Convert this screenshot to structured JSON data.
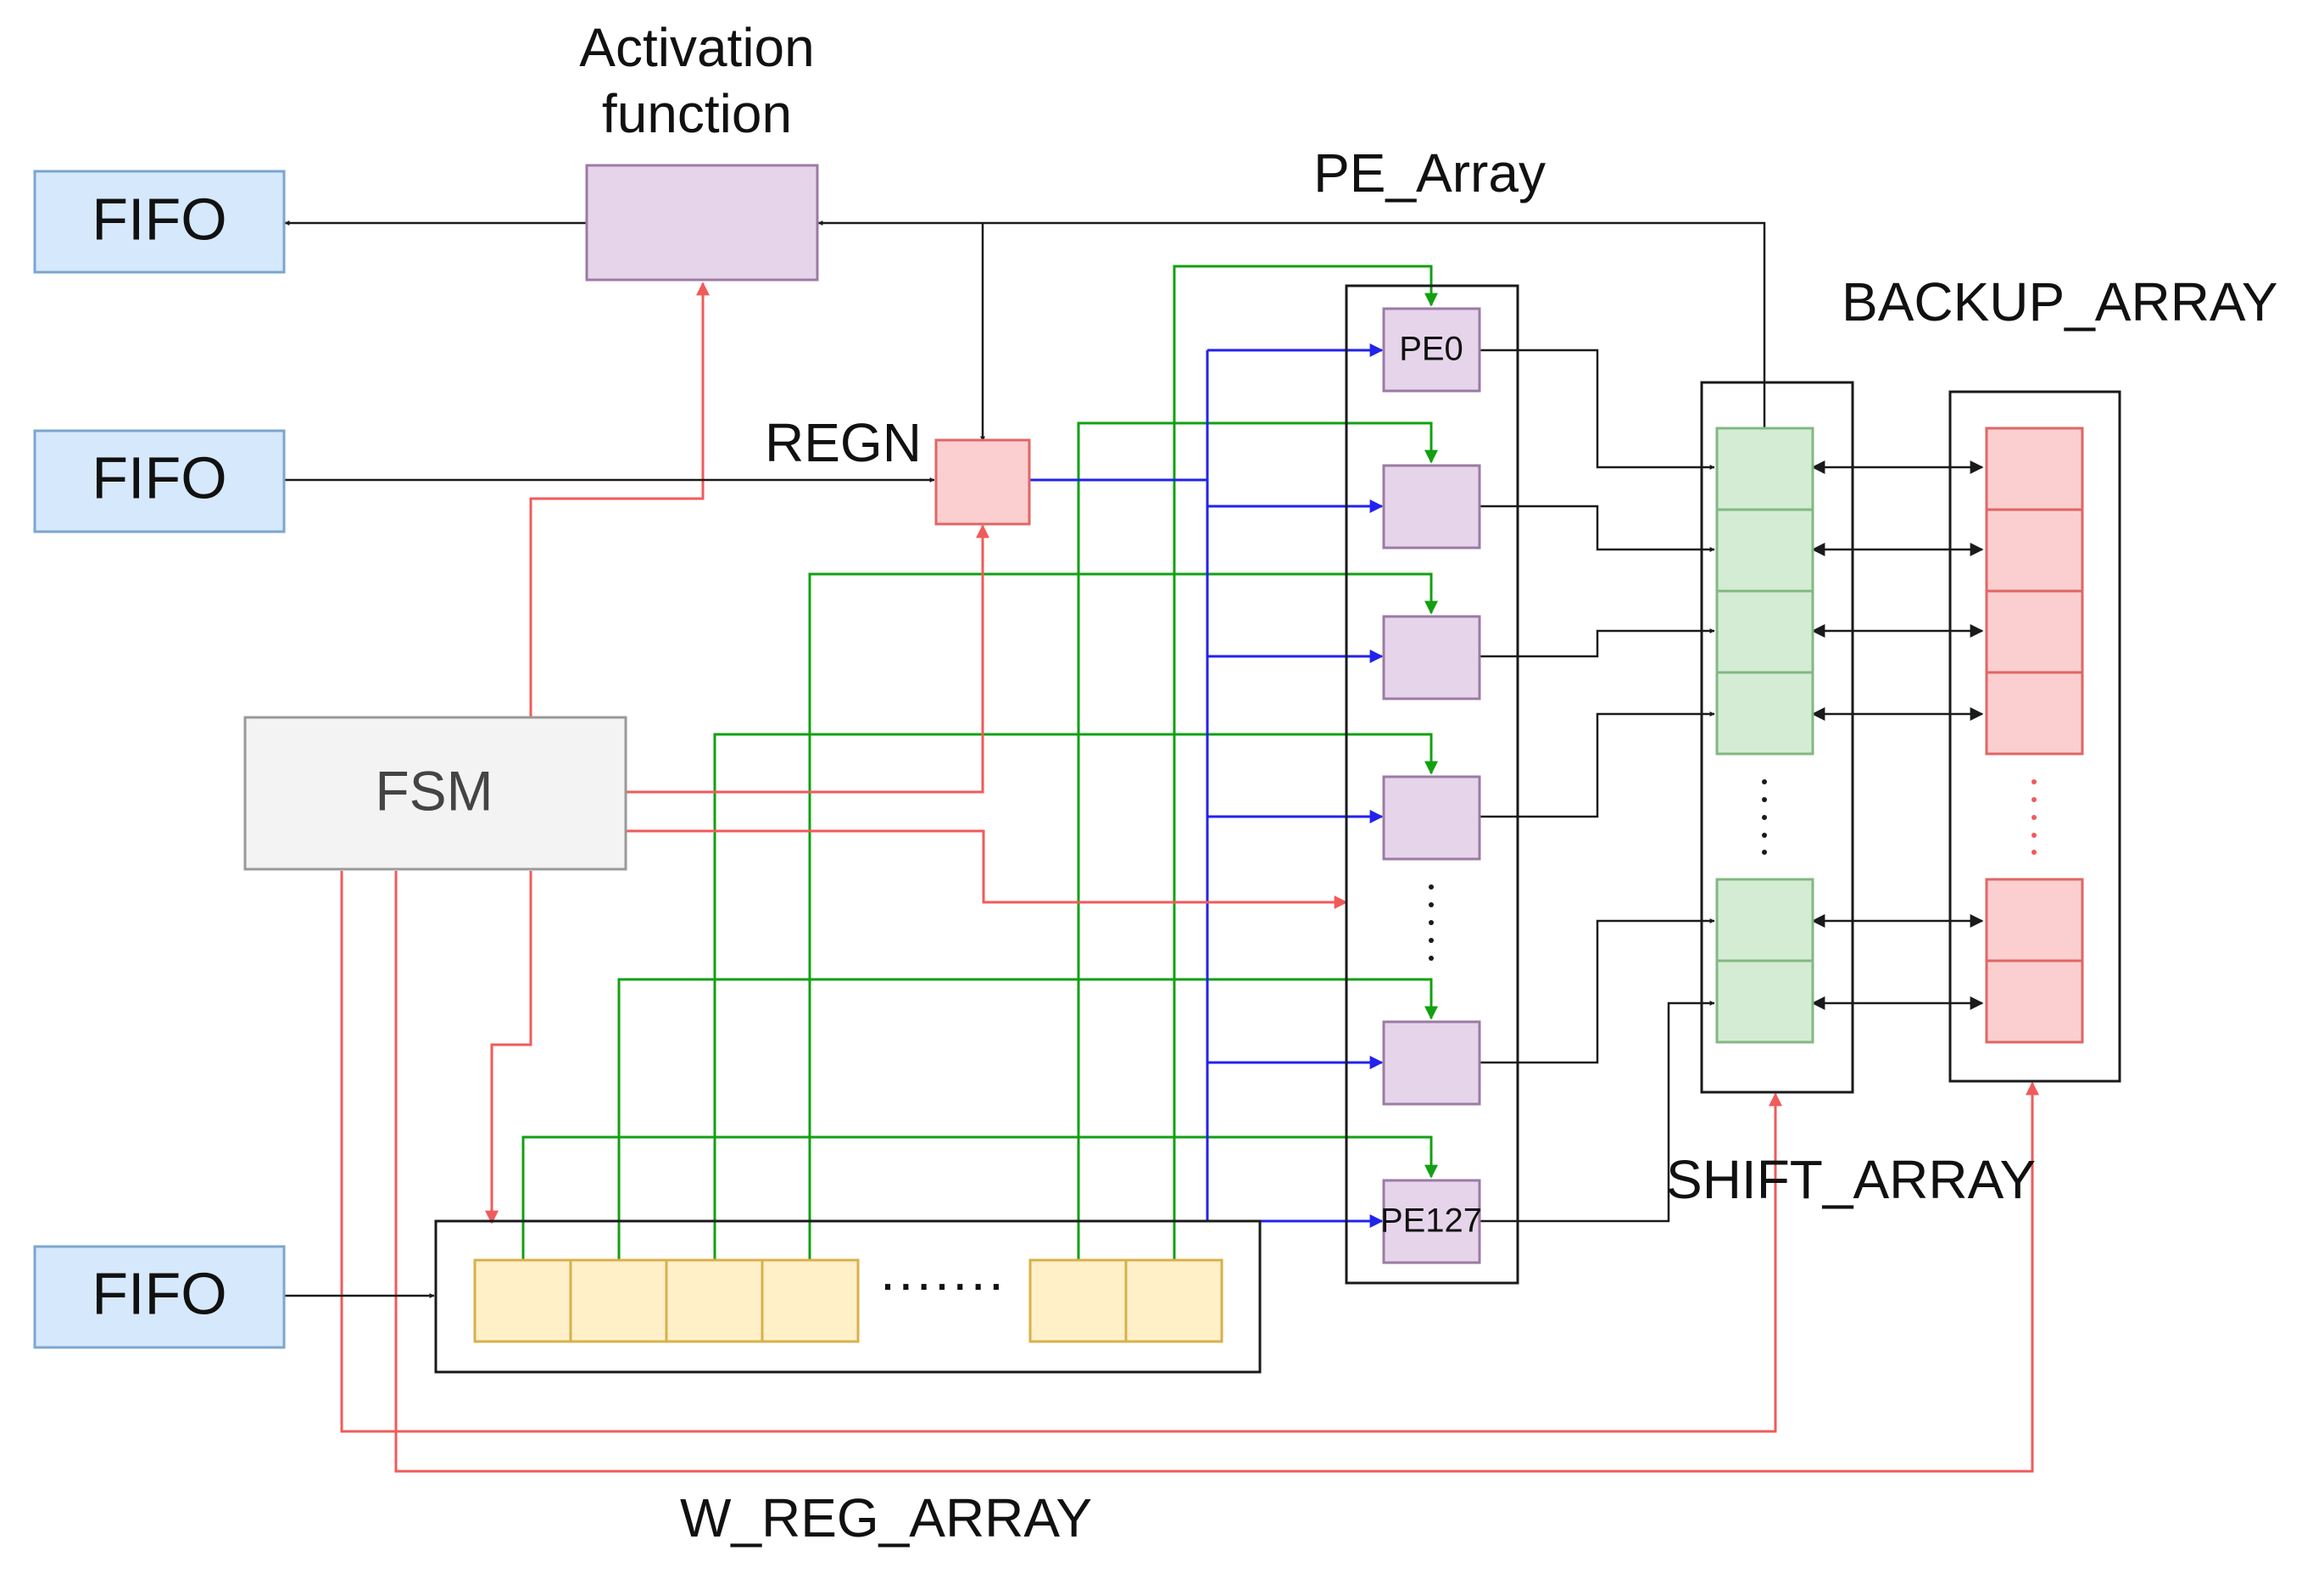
{
  "labels": {
    "activation_line1": "Activation",
    "activation_line2": "function",
    "pe_array": "PE_Array",
    "backup_array": "BACKUP_ARRAY",
    "regn": "REGN",
    "fsm": "FSM",
    "shift_array": "SHIFT_ARRAY",
    "w_reg_array": "W_REG_ARRAY",
    "fifo_top": "FIFO",
    "fifo_mid": "FIFO",
    "fifo_bottom": "FIFO",
    "pe_first": "PE0",
    "pe_last": "PE127",
    "wreg_dots": "·······"
  },
  "colors": {
    "fifo_fill": "#d6e8fb",
    "fifo_stroke": "#7ba6cf",
    "activation_fill": "#e6d5ea",
    "activation_stroke": "#9c7aa5",
    "pe_fill": "#e6d5ea",
    "pe_stroke": "#9c7aa5",
    "regn_fill": "#fbcfcf",
    "regn_stroke": "#e06666",
    "fsm_fill": "#f3f3f3",
    "fsm_stroke": "#999999",
    "wreg_fill": "#fff0c8",
    "wreg_stroke": "#d8b04a",
    "shift_fill": "#d4ecd4",
    "shift_stroke": "#82b882",
    "backup_fill": "#fbcfcf",
    "backup_stroke": "#e06666",
    "wire_black": "#1a1a1a",
    "wire_red": "#f25a5a",
    "wire_green": "#12a012",
    "wire_blue": "#2222ee"
  }
}
